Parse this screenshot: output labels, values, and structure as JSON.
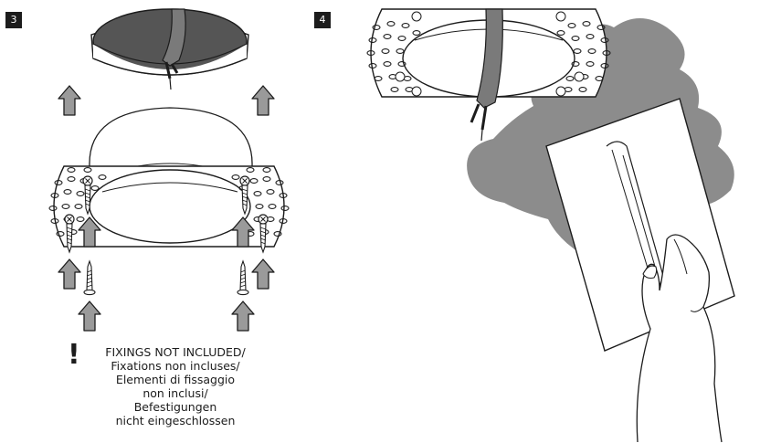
{
  "steps": {
    "step3": {
      "number": "3"
    },
    "step4": {
      "number": "4"
    }
  },
  "note": {
    "exclamation": "!",
    "lines": [
      "FIXINGS NOT INCLUDED/",
      "Fixations non incluses/",
      "Elementi di fissaggio",
      "non inclusi/",
      "Befestigungen",
      "nicht eingeschlossen"
    ]
  },
  "colors": {
    "ink": "#1c1c1c",
    "arrow_fill": "#9a9a9a",
    "plaster": "#8c8c8c",
    "ceiling_hole": "#555555",
    "cable": "#7a7a7a"
  },
  "icons": [
    "up-arrow-icon",
    "screw-icon",
    "exclamation-icon",
    "trowel-icon",
    "hand-icon"
  ]
}
